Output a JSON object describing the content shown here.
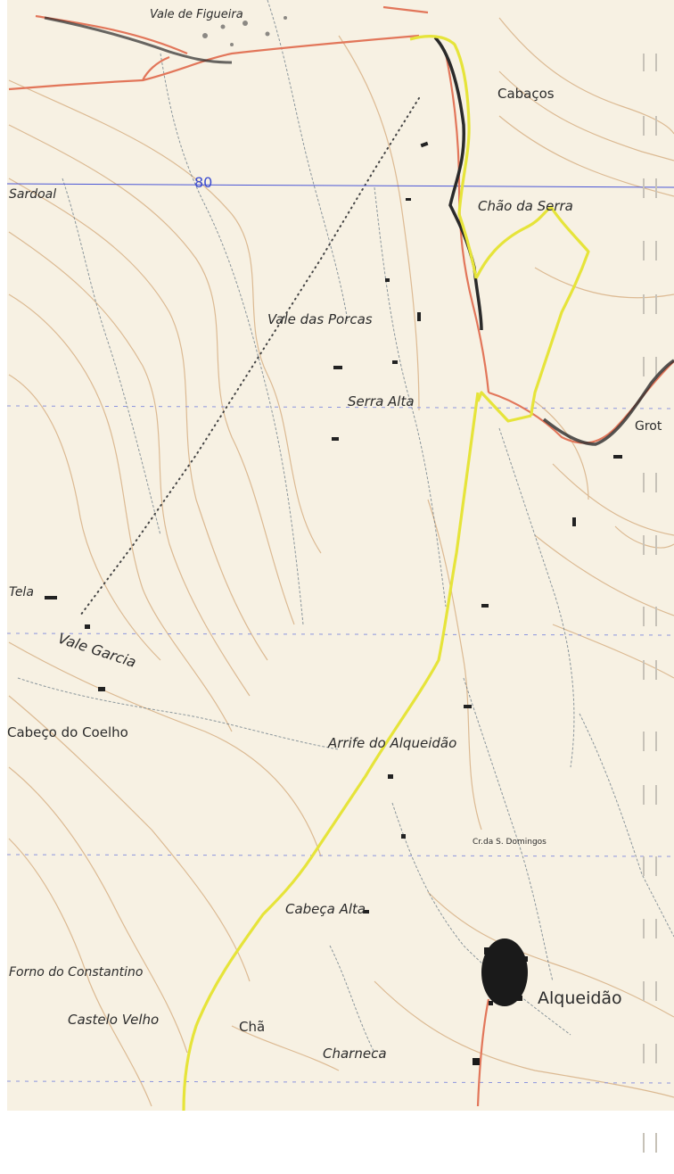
{
  "map": {
    "grid_number": "80",
    "place_names": [
      "Vale de Figueira",
      "Cabaços",
      "Sardoal",
      "Chão da Serra",
      "Vale das Porcas",
      "Serra Alta",
      "Tela",
      "Vale Garcia",
      "Cabeço do Coelho",
      "Arrife do Alqueidão",
      "Cabeça Alta",
      "Forno do Constantino",
      "Castelo Velho",
      "Chã",
      "Charneca",
      "Alqueidão",
      "Cr.da S. Domingos",
      "Grot"
    ],
    "colors": {
      "paper": "#f7f1e3",
      "contours": "#d9b48a",
      "road": "#e2765a",
      "route_highlight": "#e6e43a",
      "grid": "#4a56d6",
      "streams": "#6f7f8a",
      "settlement": "#1a1a1a"
    }
  }
}
